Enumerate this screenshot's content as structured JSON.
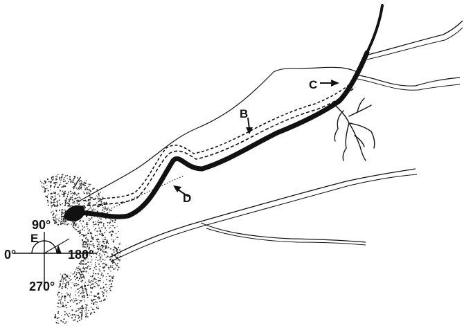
{
  "diagram": {
    "labels": {
      "b": "B",
      "c": "C",
      "d": "D",
      "e": "E"
    },
    "angle_labels": {
      "a0": "0°",
      "a90": "90°",
      "a180": "180°",
      "a270": "270°"
    },
    "colors": {
      "ink": "#111111",
      "stipple": "#2a2a2a",
      "background": "#ffffff"
    }
  }
}
